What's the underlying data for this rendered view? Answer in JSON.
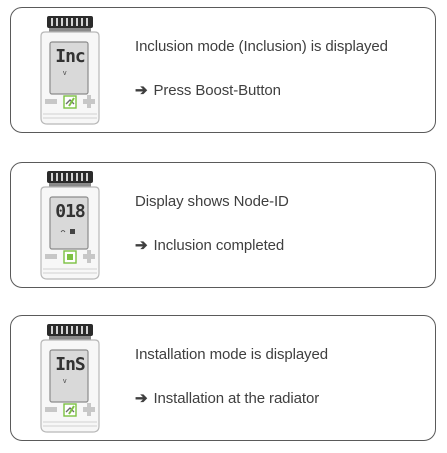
{
  "steps": [
    {
      "display": "Inc",
      "indicator": "v",
      "description": "Inclusion mode (Inclusion) is displayed",
      "action_arrow": "➔",
      "action": "Press Boost-Button",
      "highlight": "boost-button",
      "accent": "#7cc142"
    },
    {
      "display": "018",
      "indicator": "",
      "description": "Display shows Node-ID",
      "action_arrow": "➔",
      "action": "Inclusion completed",
      "highlight": "center-button",
      "accent": "#7cc142"
    },
    {
      "display": "InS",
      "indicator": "v",
      "description": "Installation mode is displayed",
      "action_arrow": "➔",
      "action": "Installation at the radiator",
      "highlight": "boost-button",
      "accent": "#7cc142"
    }
  ]
}
